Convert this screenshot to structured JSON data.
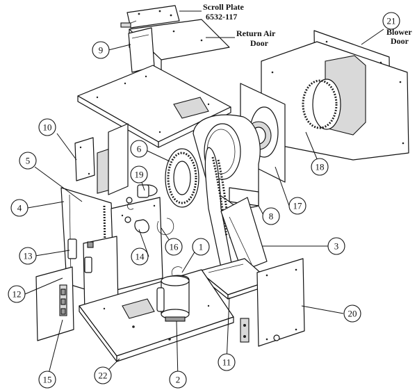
{
  "notes": {
    "scroll_plate_title": "Scroll Plate",
    "scroll_plate_part": "6532-117",
    "return_air_line1": "Return Air",
    "return_air_line2": "Door",
    "blower_line1": "Blower",
    "blower_line2": "Door"
  },
  "callouts": [
    {
      "id": "c1",
      "label": "1"
    },
    {
      "id": "c2",
      "label": "2"
    },
    {
      "id": "c3",
      "label": "3"
    },
    {
      "id": "c4",
      "label": "4"
    },
    {
      "id": "c5",
      "label": "5"
    },
    {
      "id": "c6",
      "label": "6"
    },
    {
      "id": "c8",
      "label": "8"
    },
    {
      "id": "c9",
      "label": "9"
    },
    {
      "id": "c10",
      "label": "10"
    },
    {
      "id": "c11",
      "label": "11"
    },
    {
      "id": "c12",
      "label": "12"
    },
    {
      "id": "c13",
      "label": "13"
    },
    {
      "id": "c14",
      "label": "14"
    },
    {
      "id": "c15",
      "label": "15"
    },
    {
      "id": "c16",
      "label": "16"
    },
    {
      "id": "c17",
      "label": "17"
    },
    {
      "id": "c18",
      "label": "18"
    },
    {
      "id": "c19",
      "label": "19"
    },
    {
      "id": "c20",
      "label": "20"
    },
    {
      "id": "c21",
      "label": "21"
    },
    {
      "id": "c22",
      "label": "22"
    }
  ]
}
